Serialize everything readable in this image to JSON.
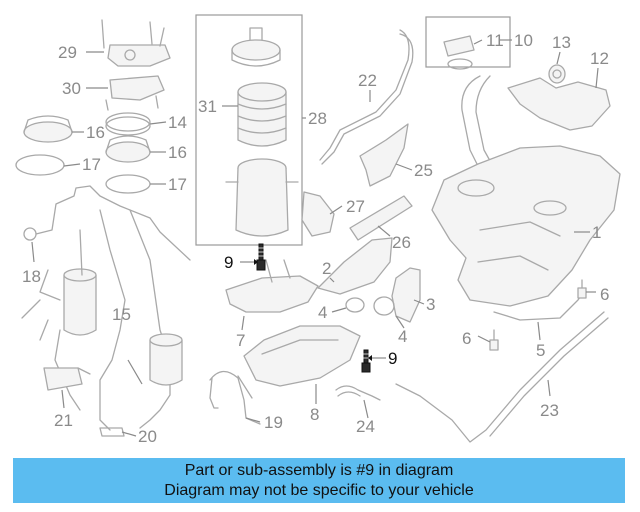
{
  "diagram": {
    "callouts": {
      "c1": "1",
      "c2": "2",
      "c3": "3",
      "c4a": "4",
      "c4b": "4",
      "c5": "5",
      "c6a": "6",
      "c6b": "6",
      "c7": "7",
      "c8": "8",
      "c9a": "9",
      "c9b": "9",
      "c10": "10",
      "c11": "11",
      "c12": "12",
      "c13": "13",
      "c14": "14",
      "c15": "15",
      "c16a": "16",
      "c16b": "16",
      "c17a": "17",
      "c17b": "17",
      "c18": "18",
      "c19": "19",
      "c20": "20",
      "c21": "21",
      "c22": "22",
      "c23": "23",
      "c24": "24",
      "c25": "25",
      "c26": "26",
      "c27": "27",
      "c28": "28",
      "c29": "29",
      "c30": "30",
      "c31": "31"
    },
    "highlight_color": "#111111",
    "line_color": "#a9a9a9"
  },
  "banner": {
    "line1": "Part or sub-assembly is #9 in diagram",
    "line2": "Diagram may not be specific to your vehicle",
    "background": "#5bbcf0"
  }
}
